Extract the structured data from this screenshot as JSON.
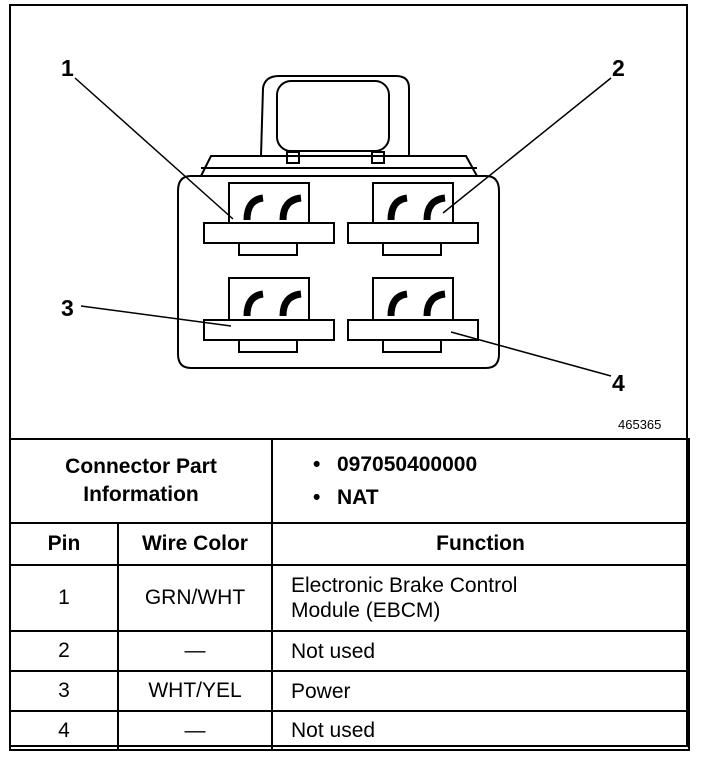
{
  "callouts": {
    "pin1": "1",
    "pin2": "2",
    "pin3": "3",
    "pin4": "4"
  },
  "figure_number": "465365",
  "connector_info": {
    "label_line1": "Connector Part",
    "label_line2": "Information",
    "part_numbers": [
      "097050400000",
      "NAT"
    ],
    "bullet": "•"
  },
  "table": {
    "headers": {
      "pin": "Pin",
      "wire_color": "Wire Color",
      "function": "Function"
    },
    "rows": [
      {
        "pin": "1",
        "wire_color": "GRN/WHT",
        "function_line1": "Electronic Brake Control",
        "function_line2": "Module (EBCM)"
      },
      {
        "pin": "2",
        "wire_color": "—",
        "function_line1": "Not used",
        "function_line2": ""
      },
      {
        "pin": "3",
        "wire_color": "WHT/YEL",
        "function_line1": "Power",
        "function_line2": ""
      },
      {
        "pin": "4",
        "wire_color": "—",
        "function_line1": "Not used",
        "function_line2": ""
      }
    ]
  }
}
